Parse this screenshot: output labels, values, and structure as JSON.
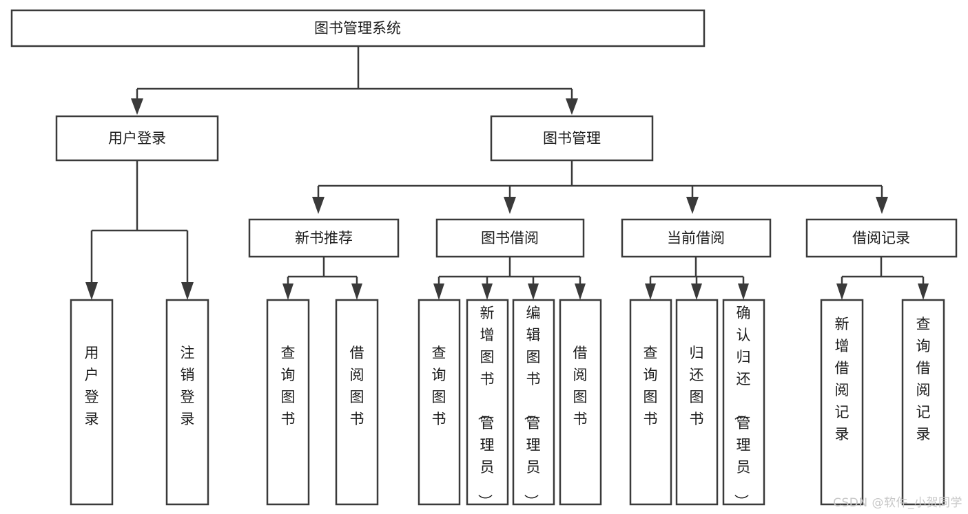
{
  "diagram": {
    "type": "tree",
    "title": "图书管理系统",
    "orientation": "top-down",
    "colors": {
      "box_fill": "#ffffff",
      "box_stroke": "#3a3a3a",
      "text": "#1c1c1c",
      "watermark": "#c7c7c7",
      "background": "#ffffff"
    },
    "root": {
      "label": "图书管理系统"
    },
    "level2": [
      {
        "label": "用户登录"
      },
      {
        "label": "图书管理"
      }
    ],
    "level3": [
      {
        "label": "新书推荐"
      },
      {
        "label": "图书借阅"
      },
      {
        "label": "当前借阅"
      },
      {
        "label": "借阅记录"
      }
    ],
    "leaves_user_login": [
      {
        "label": "用户登录"
      },
      {
        "label": "注销登录"
      }
    ],
    "leaves_new_book": [
      {
        "label": "查询图书"
      },
      {
        "label": "借阅图书"
      }
    ],
    "leaves_borrow": [
      {
        "label": "查询图书"
      },
      {
        "label": "新增图书（管理员）"
      },
      {
        "label": "编辑图书（管理员）"
      },
      {
        "label": "借阅图书"
      }
    ],
    "leaves_current": [
      {
        "label": "查询图书"
      },
      {
        "label": "归还图书"
      },
      {
        "label": "确认归还（管理员）"
      }
    ],
    "leaves_records": [
      {
        "label": "新增借阅记录"
      },
      {
        "label": "查询借阅记录"
      }
    ]
  },
  "watermark": {
    "text": "CSDN @软件_小贺同学"
  }
}
